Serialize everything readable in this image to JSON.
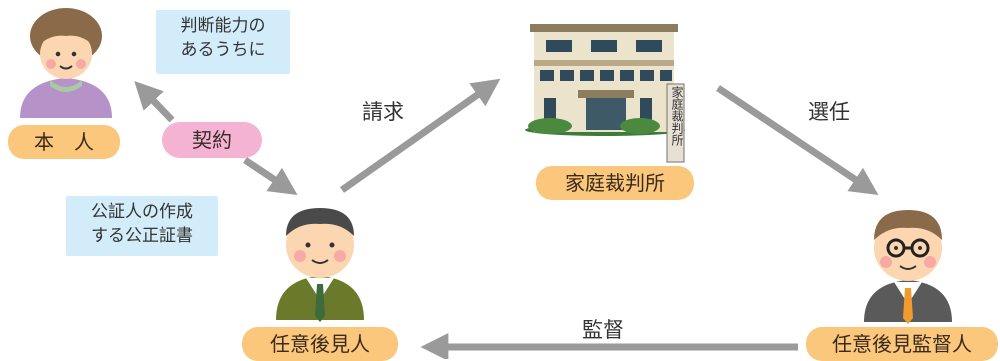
{
  "colors": {
    "arrow": "#9a9a9a",
    "label_bg": "#fbc77c",
    "note_bg": "#d3ecfa",
    "contract_bg": "#f5b3d3"
  },
  "principal": {
    "label": "本　人",
    "icon": "elderly-woman-icon"
  },
  "note_capacity": {
    "line1": "判断能力の",
    "line2": "あるうちに"
  },
  "contract": {
    "label": "契約"
  },
  "note_deed": {
    "line1": "公証人の作成",
    "line2": "する公正証書"
  },
  "guardian": {
    "label": "任意後見人",
    "icon": "man-icon"
  },
  "court": {
    "label": "家庭裁判所",
    "sign": "家庭裁判所",
    "icon": "court-building-icon"
  },
  "supervisor": {
    "label": "任意後見監督人",
    "icon": "man-glasses-icon"
  },
  "arrows": {
    "request": "請求",
    "appoint": "選任",
    "supervise": "監督"
  }
}
